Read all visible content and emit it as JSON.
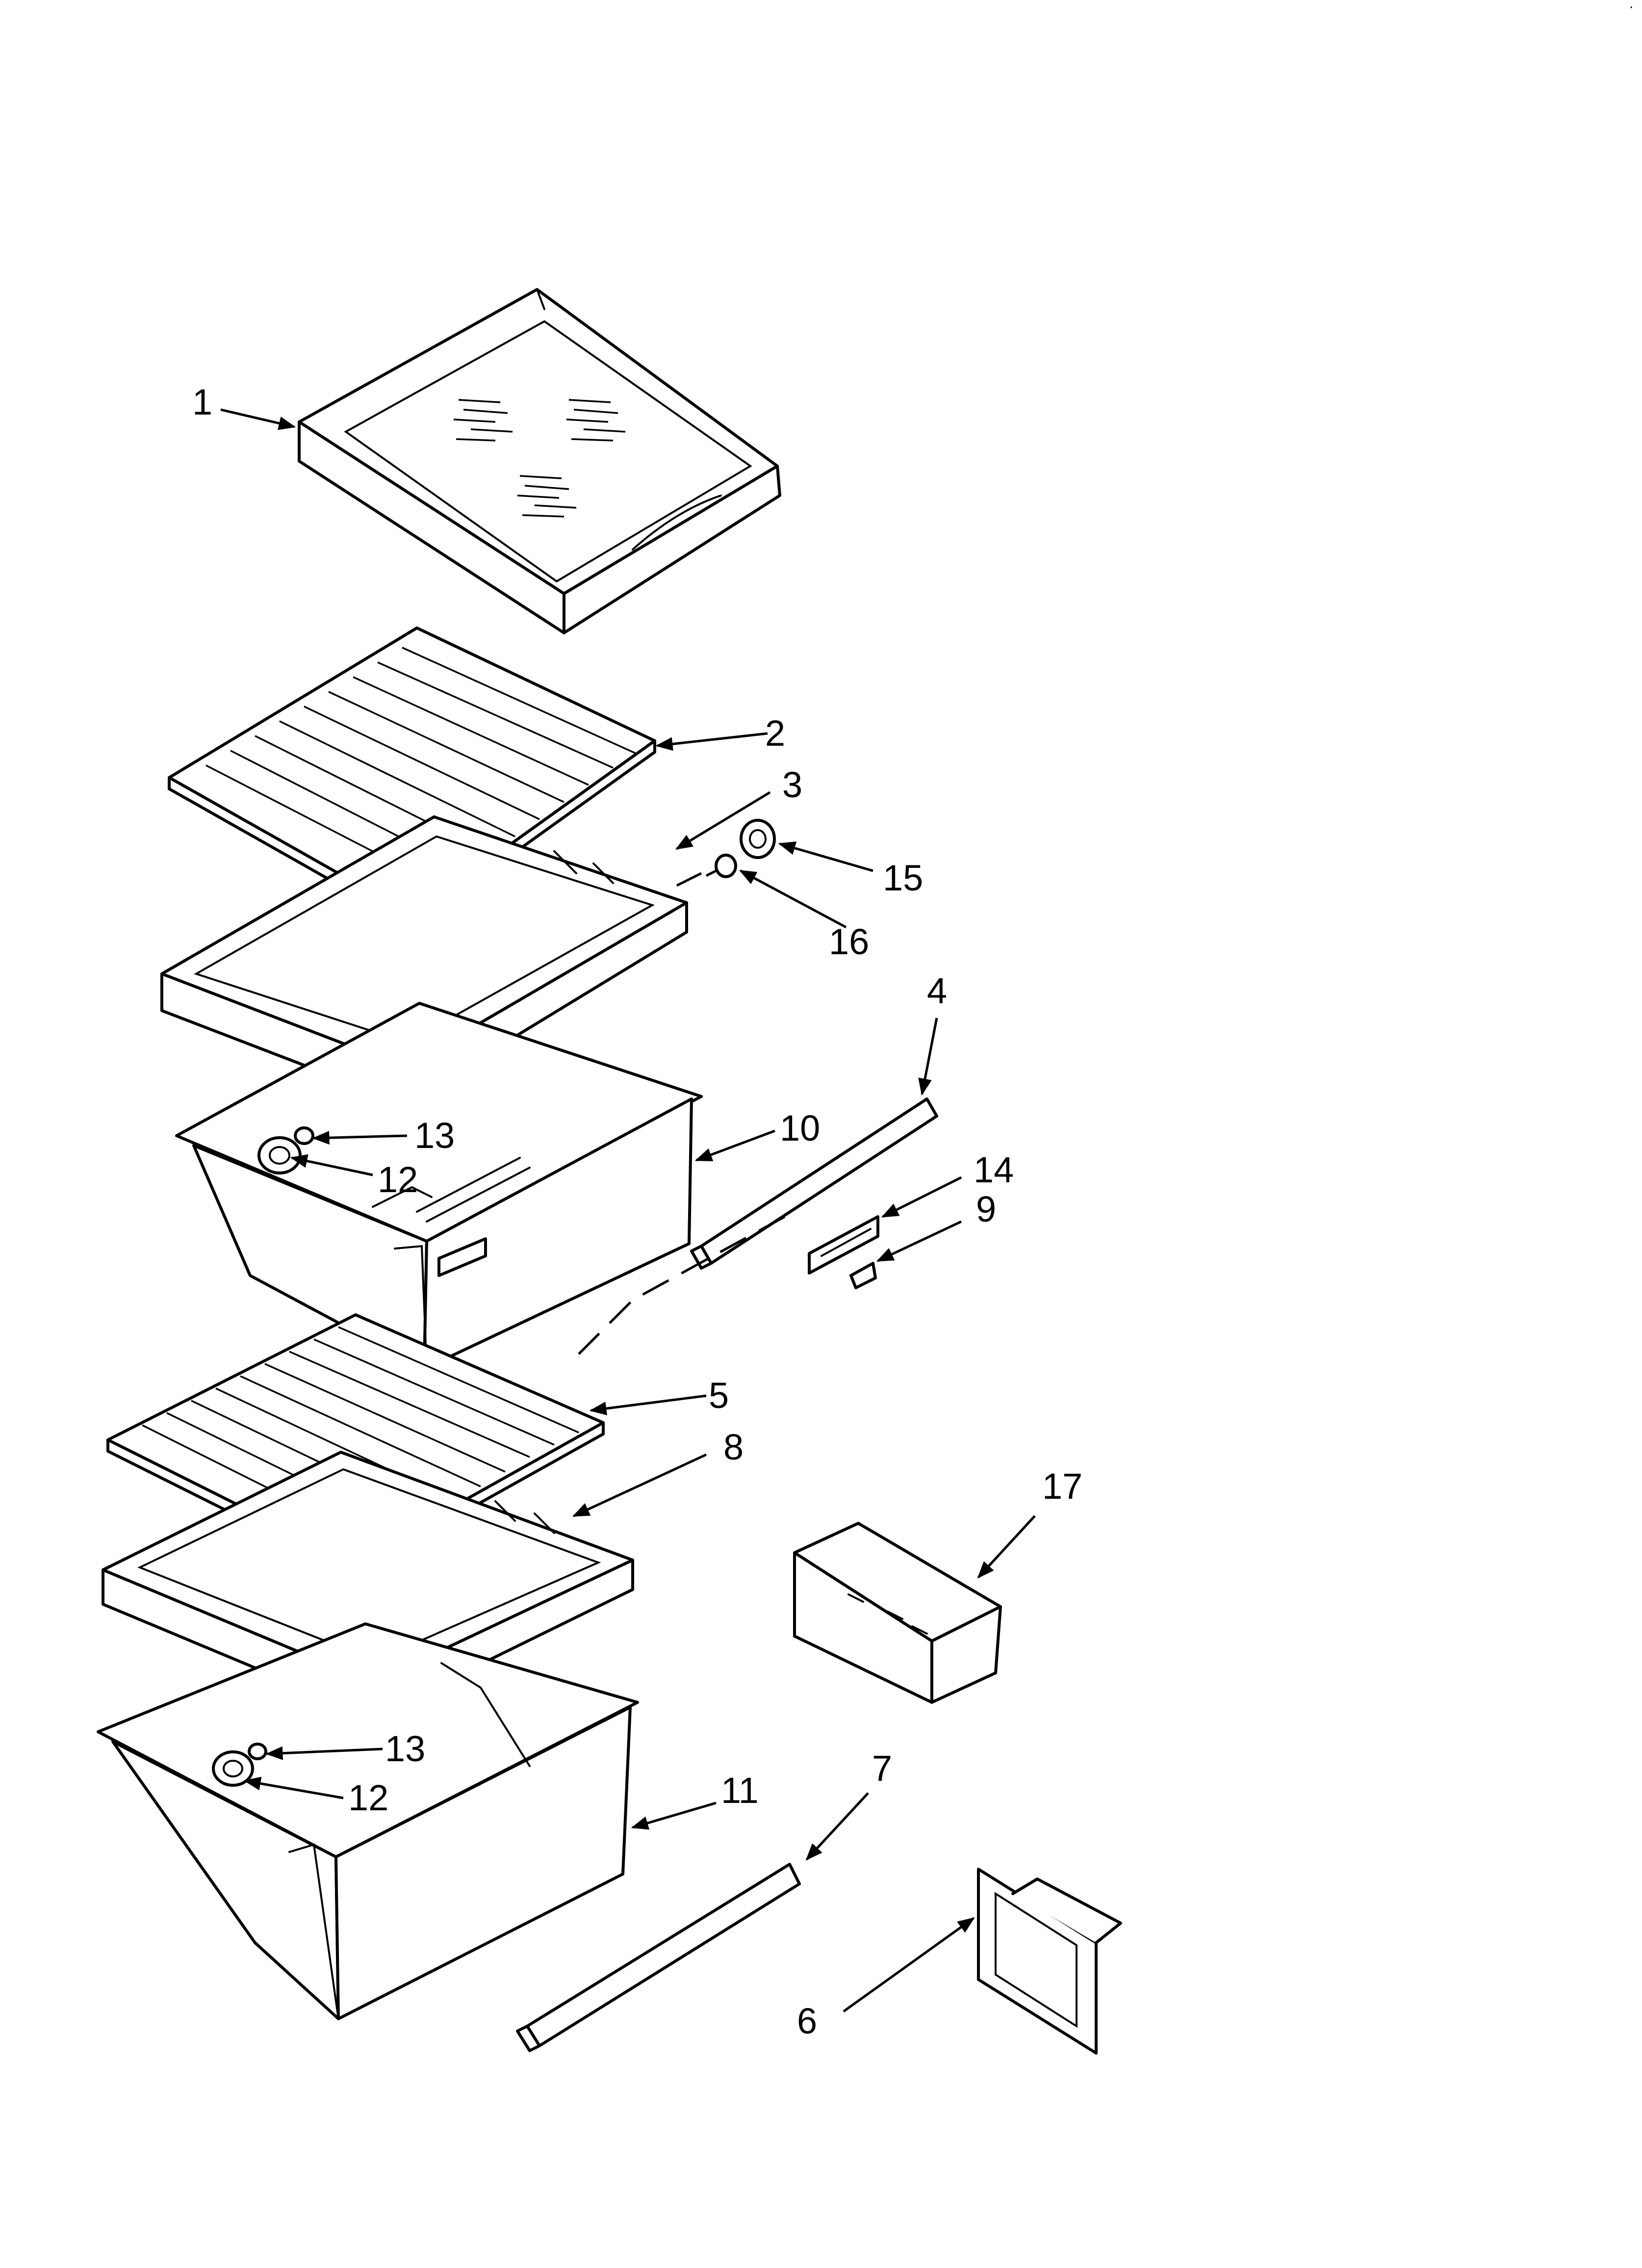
{
  "corner_mark": "·",
  "callouts": [
    {
      "id": "c1",
      "text": "1"
    },
    {
      "id": "c2",
      "text": "2"
    },
    {
      "id": "c3",
      "text": "3"
    },
    {
      "id": "c15",
      "text": "15"
    },
    {
      "id": "c16",
      "text": "16"
    },
    {
      "id": "c4",
      "text": "4"
    },
    {
      "id": "c13a",
      "text": "13"
    },
    {
      "id": "c12a",
      "text": "12"
    },
    {
      "id": "c10",
      "text": "10"
    },
    {
      "id": "c14",
      "text": "14"
    },
    {
      "id": "c9",
      "text": "9"
    },
    {
      "id": "c5",
      "text": "5"
    },
    {
      "id": "c8",
      "text": "8"
    },
    {
      "id": "c17",
      "text": "17"
    },
    {
      "id": "c13b",
      "text": "13"
    },
    {
      "id": "c12b",
      "text": "12"
    },
    {
      "id": "c11",
      "text": "11"
    },
    {
      "id": "c7",
      "text": "7"
    },
    {
      "id": "c6",
      "text": "6"
    }
  ]
}
